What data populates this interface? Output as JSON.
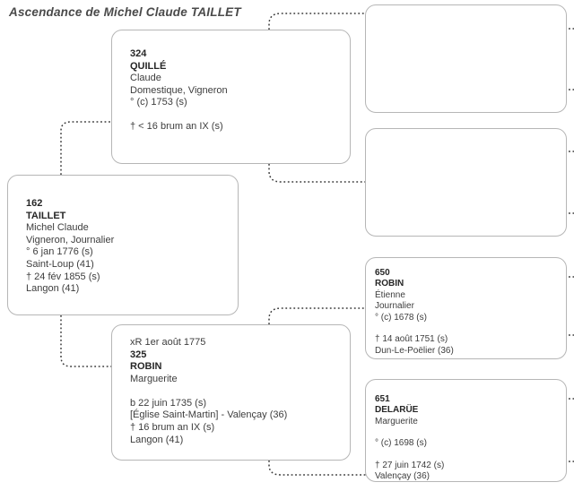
{
  "page": {
    "title": "Ascendance de Michel Claude TAILLET",
    "box_border_color": "#b6b6b6",
    "connector_color": "#3a3a3a",
    "background": "#ffffff"
  },
  "persons": {
    "root": {
      "id": "162",
      "surname": "TAILLET",
      "lines": [
        "Michel Claude",
        "Vigneron, Journalier",
        "° 6 jan 1776 (s)",
        "Saint-Loup (41)",
        "† 24 fév 1855 (s)",
        "Langon (41)"
      ]
    },
    "father": {
      "id": "324",
      "surname": "QUILLÉ",
      "lines": [
        "Claude",
        "Domestique, Vigneron",
        "° (c) 1753 (s)",
        "",
        "† < 16 brum an IX (s)"
      ]
    },
    "mother": {
      "marriage": "xR 1er août 1775",
      "id": "325",
      "surname": "ROBIN",
      "lines": [
        "Marguerite",
        "",
        "b 22 juin 1735 (s)",
        "[Église Saint-Martin] - Valençay (36)",
        "† 16 brum an IX (s)",
        "Langon (41)"
      ]
    },
    "maternal_grandfather": {
      "id": "650",
      "surname": "ROBIN",
      "lines": [
        "Étienne",
        "Journalier",
        "° (c) 1678 (s)",
        "",
        "† 14 août 1751 (s)",
        "Dun-Le-Poëlier (36)"
      ]
    },
    "maternal_grandmother": {
      "id": "651",
      "surname": "DELARÜE",
      "lines": [
        "Marguerite",
        "",
        "° (c) 1698 (s)",
        "",
        "† 27 juin 1742 (s)",
        "Valençay (36)"
      ]
    },
    "paternal_grandfather": {},
    "paternal_grandmother": {}
  }
}
